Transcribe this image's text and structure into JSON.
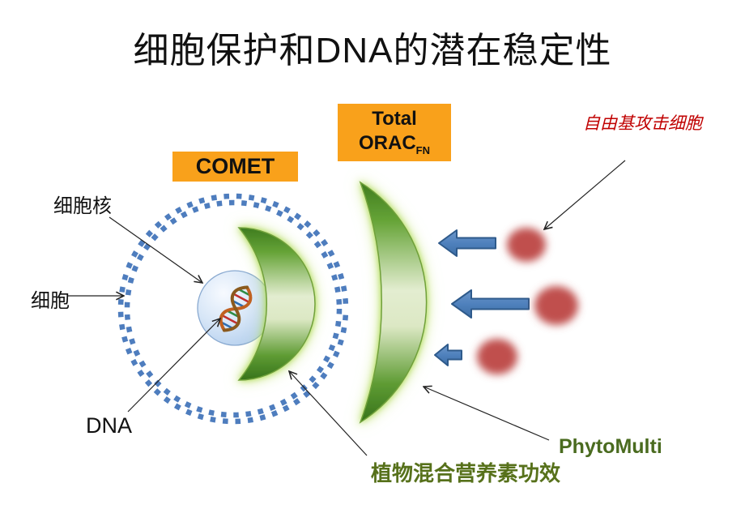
{
  "title": "细胞保护和DNA的潜在稳定性",
  "badges": {
    "comet": "COMET",
    "orac_line1": "Total",
    "orac_main": "ORAC",
    "orac_sub": "FN"
  },
  "labels": {
    "free_radicals_attack_cell": "自由基攻击细胞",
    "cell_nucleus": "细胞核",
    "cell": "细胞",
    "dna": "DNA",
    "phytomulti": "PhytoMulti",
    "phytonutrient_effect": "植物混合营养素功效"
  },
  "icons": {
    "cell-membrane-ring": "dashed double ring of blue squares",
    "nucleus": "light blue sphere",
    "dna-helix-icon": "double helix with colored base pairs",
    "inner-shield-crescent": "green crescent shield around nucleus",
    "outer-shield-crescent": "large green crescent shield at cell edge",
    "block-arrow-left": "blue block arrow pointing left",
    "free-radical-dot": "blurred red dot",
    "annotation-arrow": "thin black pointer line"
  },
  "colors": {
    "accent_orange": "#F9A11B",
    "membrane_blue": "#4E7DBE",
    "arrow_blue_fill": "#4F81BD",
    "arrow_blue_stroke": "#2E5A8B",
    "radical_red": "#C0504D",
    "label_red": "#C00000",
    "shield_green_dark": "#3E7C1F",
    "shield_green_pale": "#E3EDD0",
    "glow_green": "#B9DC62",
    "label_green_dark": "#4A6B1F",
    "label_green_olive": "#57711B",
    "nucleus_blue": "#AECBEC"
  }
}
